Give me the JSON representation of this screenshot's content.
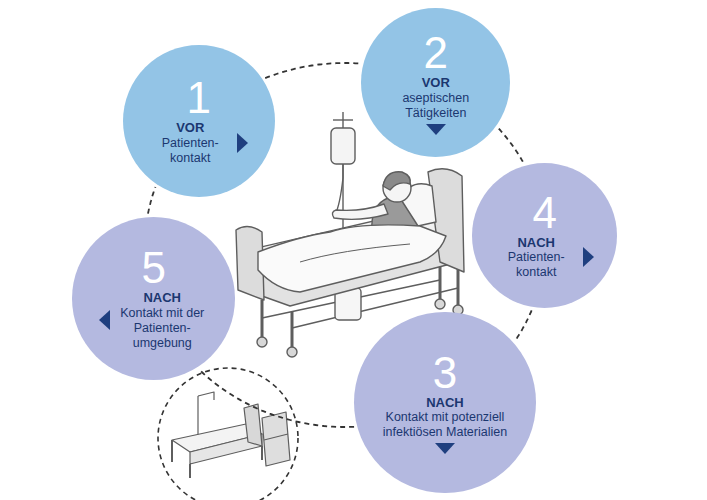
{
  "diagram": {
    "nodes": [
      {
        "text": [
          "1",
          "VOR",
          "Patienten- kontakt"
        ]
      },
      {
        "text": [
          "2",
          "VOR",
          "aseptischen Tätigkeiten"
        ]
      },
      {
        "text": [
          "3",
          "NACH",
          "Kontakt mit potenziell infektiösen Materialien"
        ]
      },
      {
        "text": [
          "4",
          "NACH",
          "Patienten- kontakt"
        ]
      },
      {
        "text": [
          "5",
          "NACH",
          "Kontakt mit der Patienten- umgebung"
        ]
      }
    ],
    "edges": [
      {
        "from": 0,
        "to": 1,
        "arrow": "none"
      },
      {
        "from": 1,
        "to": 3,
        "arrow": "none"
      },
      {
        "from": 3,
        "to": 2,
        "arrow": "none"
      },
      {
        "from": 2,
        "to": 4,
        "arrow": "none"
      },
      {
        "from": 4,
        "to": 0,
        "arrow": "none"
      }
    ]
  }
}
